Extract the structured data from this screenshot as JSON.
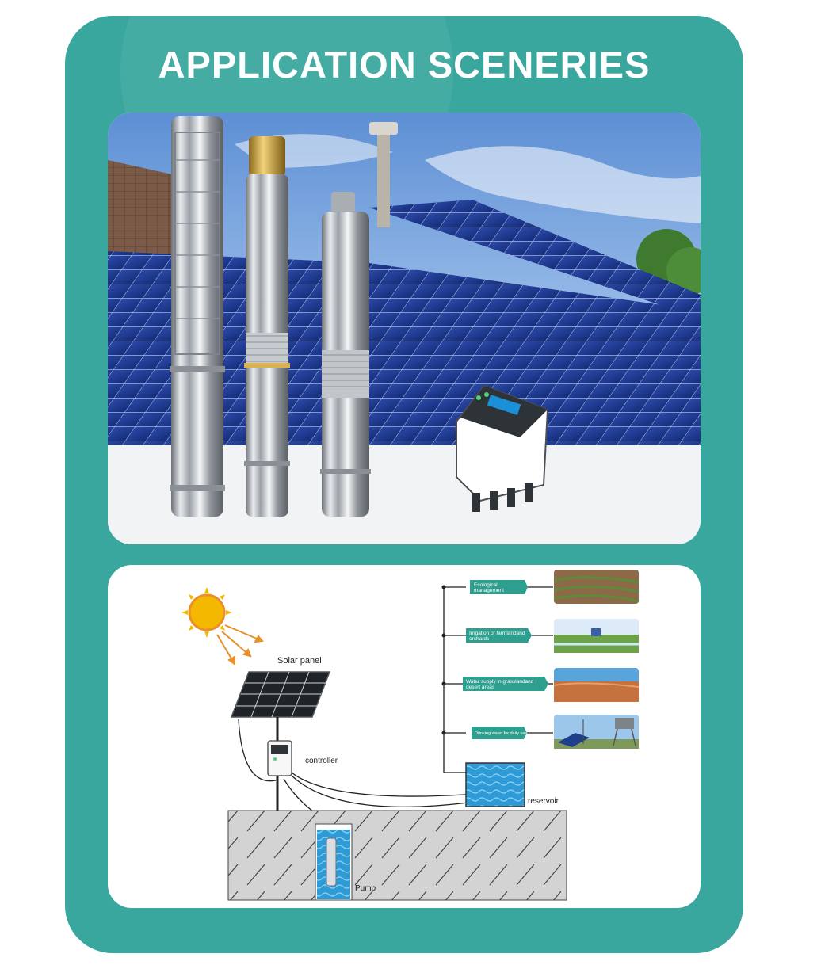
{
  "page": {
    "title": "APPLICATION SCENERIES"
  },
  "photo": {
    "products": [
      "stainless-submersible-pump",
      "brass-head-submersible-pump",
      "compact-submersible-pump",
      "pump-controller"
    ]
  },
  "diagram": {
    "labels": {
      "solar_panel": "Solar panel",
      "controller": "controller",
      "reservoir": "reservoir",
      "pump": "Pump"
    },
    "applications": [
      {
        "line1": "Ecological",
        "line2": "management",
        "scene": "terraced-field"
      },
      {
        "line1": "Irrigation of farmlandand",
        "line2": "orchards",
        "scene": "farmland-irrigation"
      },
      {
        "line1": "Water supply in grasslandand",
        "line2": "desert areas",
        "scene": "desert"
      },
      {
        "line1": "Drinking water for daily use",
        "line2": "",
        "scene": "water-tower"
      }
    ],
    "colors": {
      "label_bg": "#2e9e8e",
      "sun": "#f5b800",
      "sun_rays": "#e8902a",
      "water": "#2f9bd6",
      "ground": "#d3d3d3"
    }
  }
}
